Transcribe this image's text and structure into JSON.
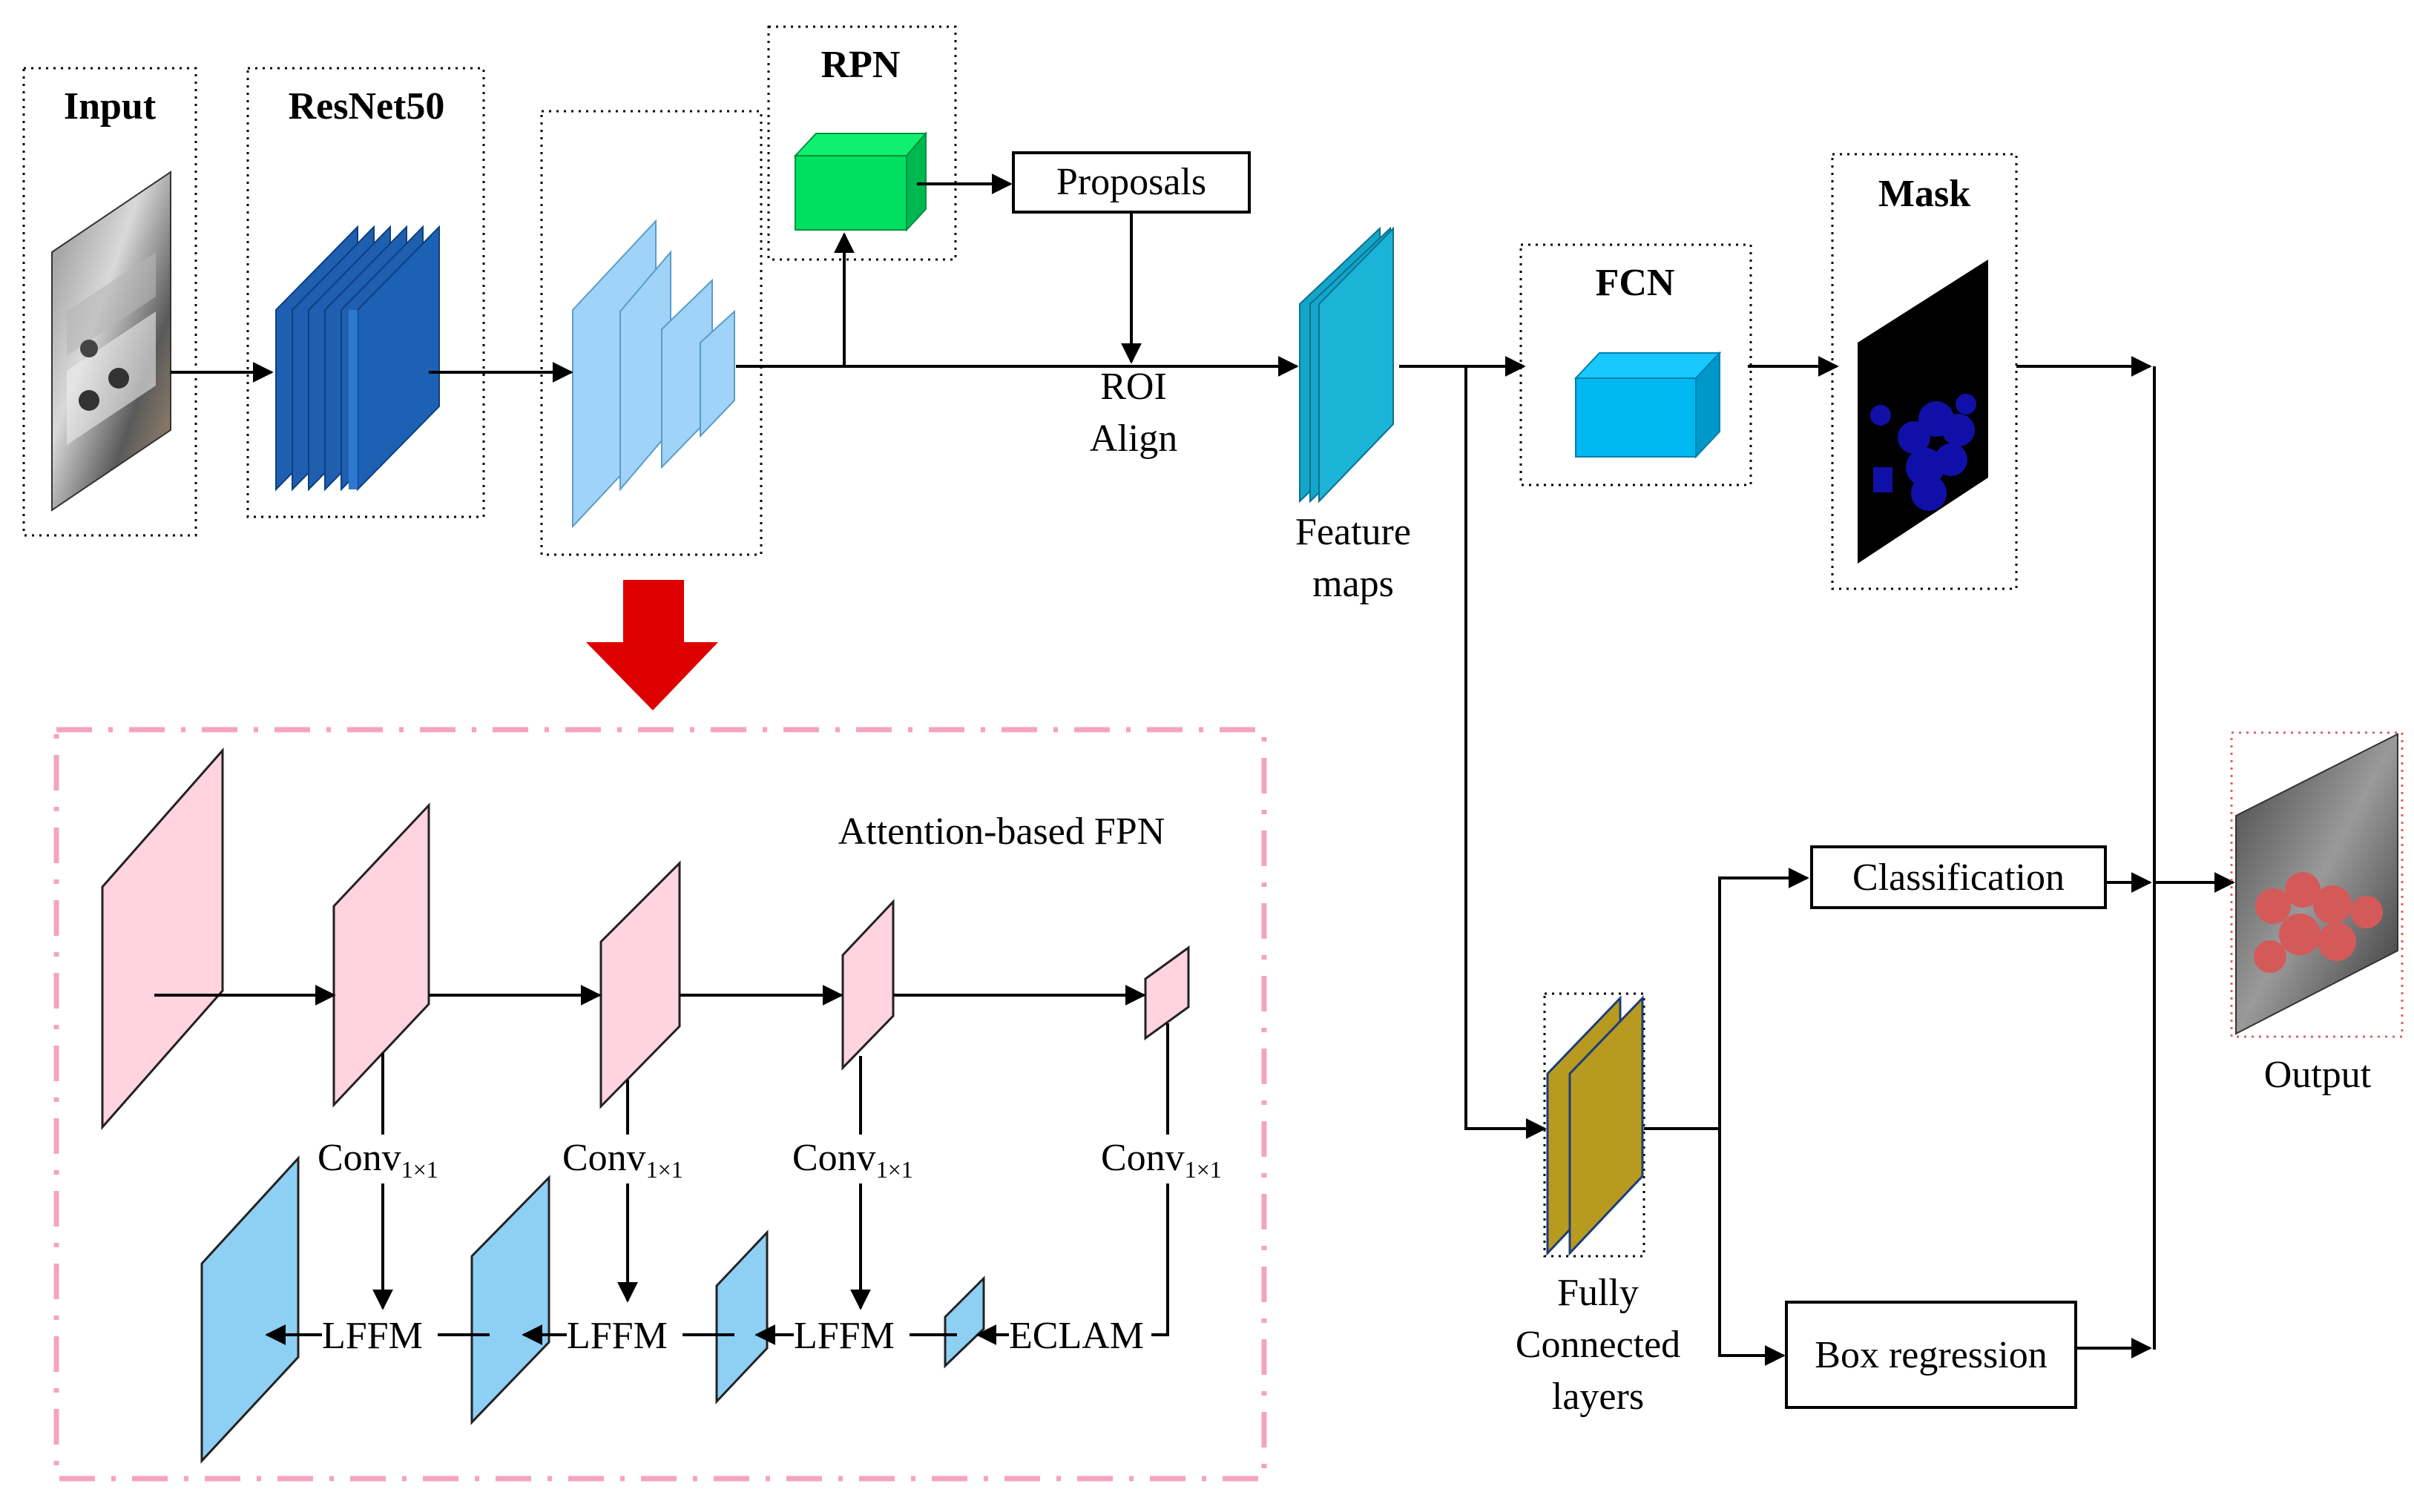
{
  "labels": {
    "input": "Input",
    "resnet": "ResNet50",
    "rpn": "RPN",
    "proposals": "Proposals",
    "roi_line1": "ROI",
    "roi_line2": "Align",
    "feature_line1": "Feature",
    "feature_line2": "maps",
    "fcn": "FCN",
    "mask": "Mask",
    "classification": "Classification",
    "box_regression": "Box regression",
    "fc_line1": "Fully",
    "fc_line2": "Connected",
    "fc_line3": "layers",
    "output": "Output",
    "fpn_title": "Attention-based FPN",
    "conv": "Conv",
    "conv_sub": "1×1",
    "lffm": "LFFM",
    "eclam": "ECLAM"
  },
  "colors": {
    "resnet_blue": "#1f5fb0",
    "fpn_light_blue": "#9fd3f7",
    "rpn_green": "#00e060",
    "feature_teal": "#13a6c8",
    "fcn_cyan": "#00b8f0",
    "mask_black": "#000000",
    "mask_blobs": "#1010a8",
    "fc_gold": "#b89a20",
    "pink_plane": "#ffd3e0",
    "blue_plane": "#8ecff4",
    "dashed_pink": "#f5a3bf",
    "red_arrow": "#dd0000"
  }
}
